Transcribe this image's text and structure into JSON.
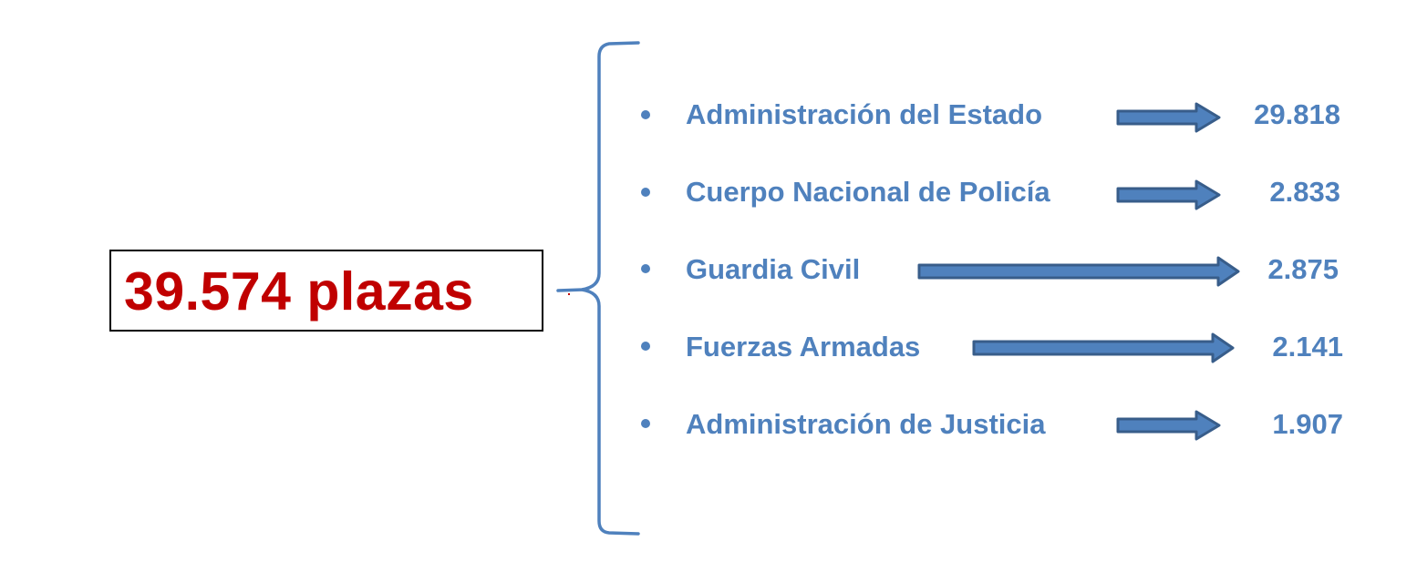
{
  "total": {
    "text": "39.574 plazas",
    "color": "#c00000"
  },
  "colors": {
    "accent": "#4f81bd",
    "arrow_fill": "#4f81bd",
    "arrow_stroke": "#385d8a",
    "total_text": "#c00000"
  },
  "items": [
    {
      "label": "Administración del Estado",
      "value": "29.818",
      "icon": "right-arrow-icon"
    },
    {
      "label": "Cuerpo Nacional de Policía",
      "value": "2.833",
      "icon": "right-arrow-icon"
    },
    {
      "label": "Guardia Civil",
      "value": "2.875",
      "icon": "right-arrow-icon"
    },
    {
      "label": "Fuerzas Armadas",
      "value": "2.141",
      "icon": "right-arrow-icon"
    },
    {
      "label": "Administración de Justicia",
      "value": "1.907",
      "icon": "right-arrow-icon"
    }
  ]
}
